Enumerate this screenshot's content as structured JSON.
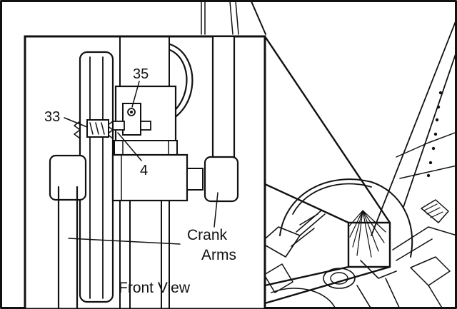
{
  "diagram": {
    "labels": {
      "part_35": "35",
      "part_33": "33",
      "part_4": "4",
      "crank_line1": "Crank",
      "crank_line2": "Arms",
      "front_view": "Front View"
    },
    "colors": {
      "ink": "#111111",
      "paper": "#ffffff",
      "shade": "#e9e9e9"
    }
  }
}
